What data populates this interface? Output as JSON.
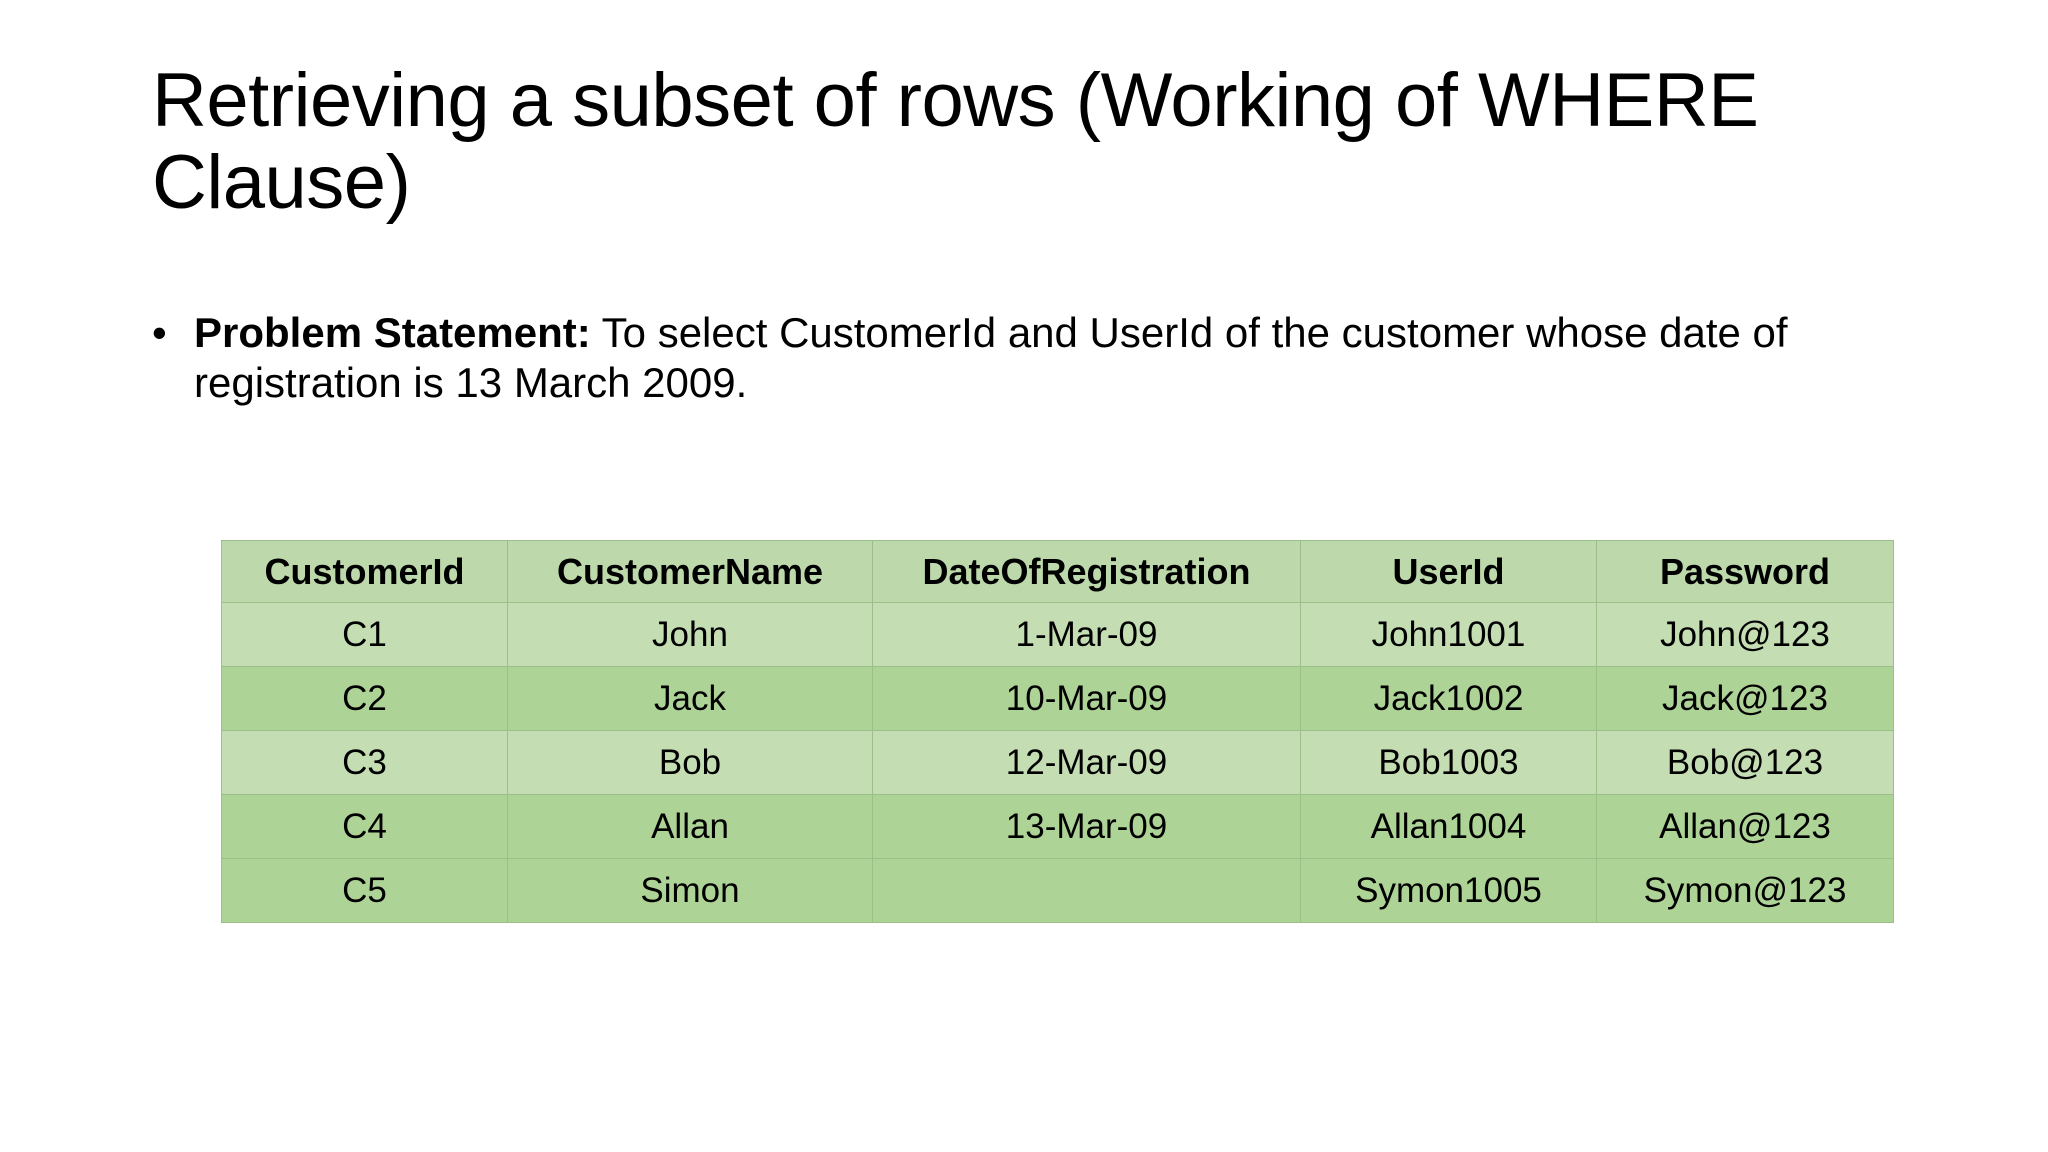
{
  "slide": {
    "title": "Retrieving a subset of rows (Working of WHERE Clause)",
    "bullet": {
      "marker": "•",
      "lead": "Problem Statement:",
      "text": " To select CustomerId and UserId of the customer whose date of registration is 13 March 2009."
    }
  },
  "table": {
    "headers": [
      "CustomerId",
      "CustomerName",
      "DateOfRegistration",
      "UserId",
      "Password"
    ],
    "rows": [
      [
        "C1",
        "John",
        "1-Mar-09",
        "John1001",
        "John@123"
      ],
      [
        "C2",
        "Jack",
        "10-Mar-09",
        "Jack1002",
        "Jack@123"
      ],
      [
        "C3",
        "Bob",
        "12-Mar-09",
        "Bob1003",
        "Bob@123"
      ],
      [
        "C4",
        "Allan",
        "13-Mar-09",
        "Allan1004",
        "Allan@123"
      ],
      [
        "C5",
        "Simon",
        "",
        "Symon1005",
        "Symon@123"
      ]
    ]
  },
  "colors": {
    "header_fill": "#bdd9ab",
    "row_fill_light": "#c4ddb3",
    "row_fill_dark": "#aed396",
    "grid_line": "#9cbf8a",
    "background": "#ffffff",
    "text": "#000000"
  }
}
